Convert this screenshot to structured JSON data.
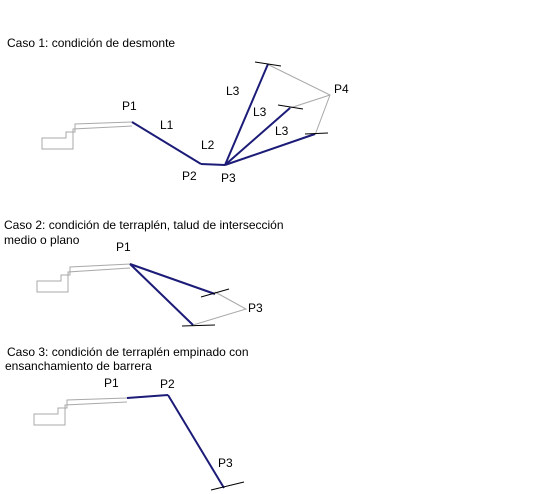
{
  "colors": {
    "profile": "#a9a9a9",
    "slope": "#1c1c78",
    "tick": "#000000",
    "text": "#000000"
  },
  "case1": {
    "title": "Caso 1: condición de desmonte",
    "labels": {
      "p1": "P1",
      "p2": "P2",
      "p3": "P3",
      "p4": "P4",
      "l1": "L1",
      "l2": "L2",
      "l3_top": "L3",
      "l3_mid": "L3",
      "l3_bot": "L3"
    }
  },
  "case2": {
    "title_line1": "Caso 2: condición de terraplén, talud de intersección",
    "title_line2": "medio o plano",
    "labels": {
      "p1": "P1",
      "p3": "P3"
    }
  },
  "case3": {
    "title_line1": "Caso 3: condición de terraplén empinado con",
    "title_line2": "ensanchamiento de barrera",
    "labels": {
      "p1": "P1",
      "p2": "P2",
      "p3": "P3"
    }
  }
}
